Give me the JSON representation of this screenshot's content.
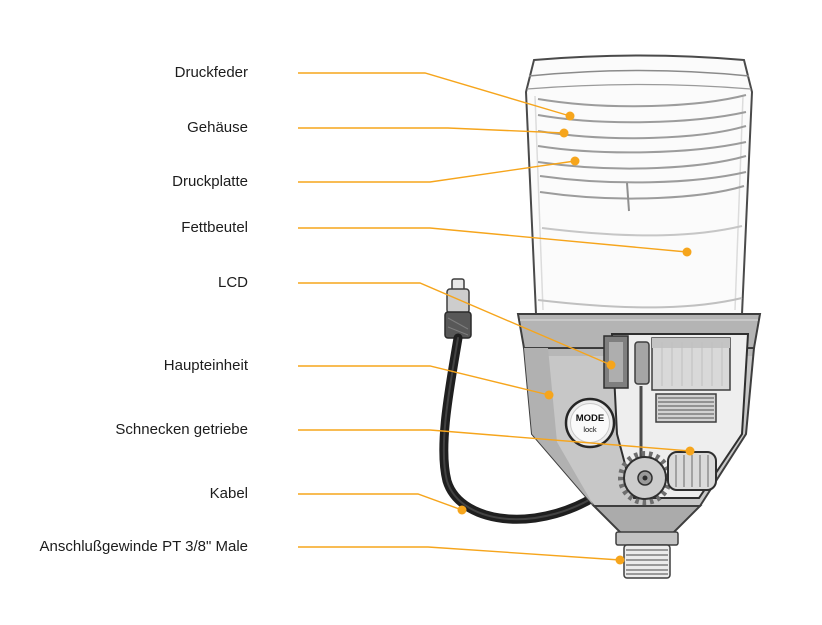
{
  "accent_color": "#F6A51C",
  "labels": [
    {
      "text": "Druckfeder"
    },
    {
      "text": "Gehäuse"
    },
    {
      "text": "Druckplatte"
    },
    {
      "text": "Fettbeutel"
    },
    {
      "text": "LCD"
    },
    {
      "text": "Haupteinheit"
    },
    {
      "text": "Schnecken getriebe"
    },
    {
      "text": "Kabel"
    },
    {
      "text": "Anschlußgewinde PT 3/8\" Male"
    }
  ],
  "device": {
    "mode_button": {
      "line1": "MODE",
      "line2": "lock"
    }
  }
}
